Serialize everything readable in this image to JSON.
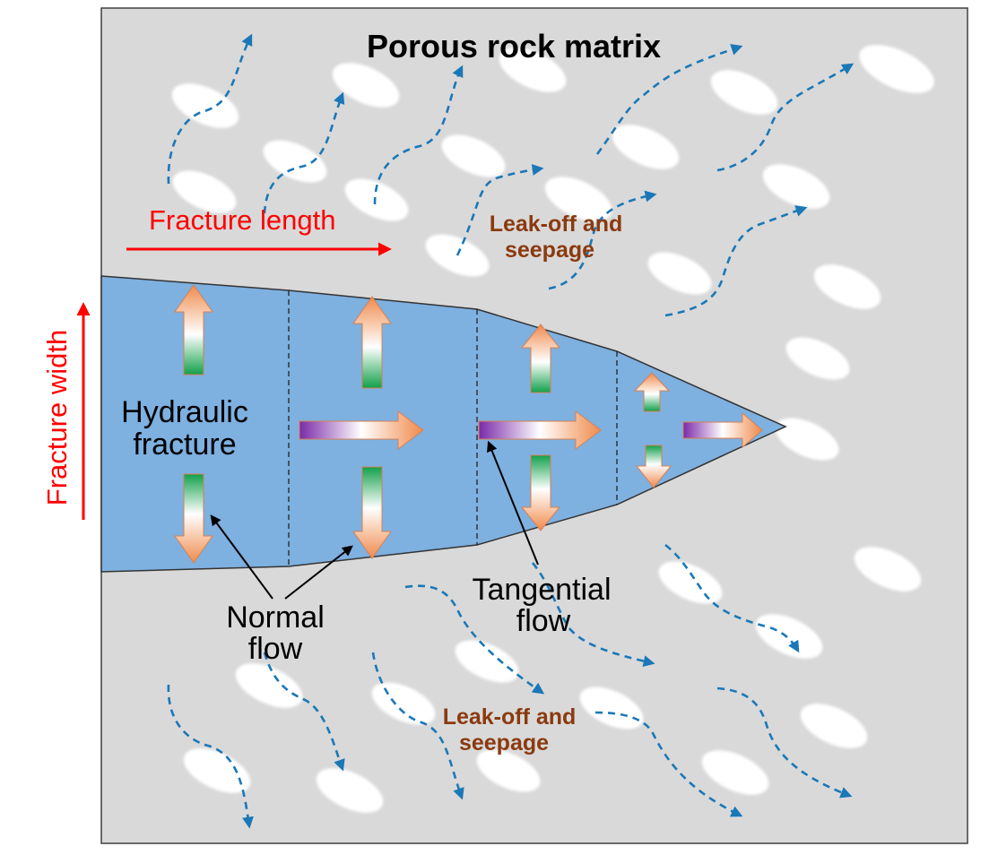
{
  "title": "Porous rock matrix",
  "fracture_length_label": "Fracture length",
  "fracture_width_label": "Fracture width",
  "hydraulic_fracture_label": [
    "Hydraulic",
    "fracture"
  ],
  "leakoff_top_label": [
    "Leak-off and",
    "seepage"
  ],
  "leakoff_bottom_label": [
    "Leak-off and",
    "seepage"
  ],
  "normal_flow_label": [
    "Normal",
    "flow"
  ],
  "tangential_flow_label": [
    "Tangential",
    "flow"
  ],
  "colors": {
    "matrix_fill": "#d9d9d9",
    "fracture_fill": "#7eb0e0",
    "seepage_line": "#1a78b8",
    "axis_arrow": "#ff0000",
    "leakoff_text": "#8b3a0f"
  }
}
